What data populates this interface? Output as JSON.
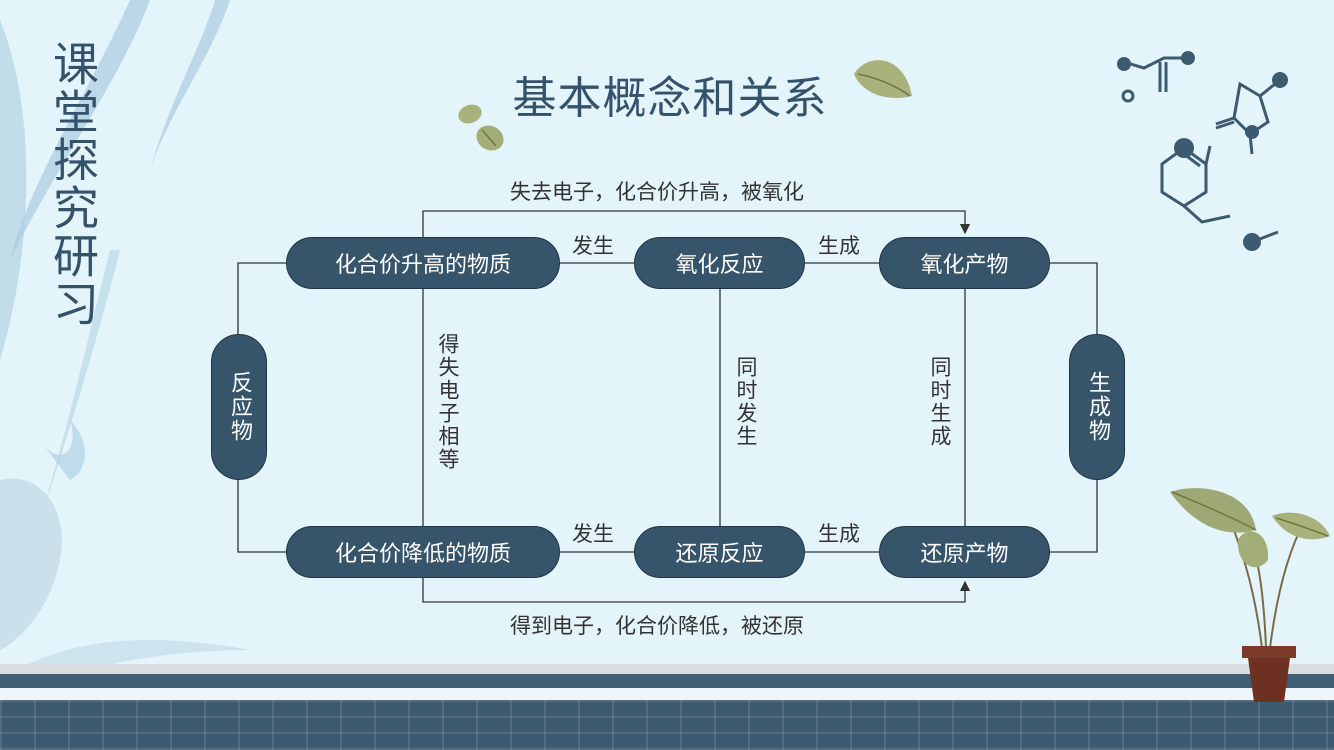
{
  "side_title": "课堂探究研习",
  "title": "基本概念和关系",
  "nodes": {
    "reactant": "反应物",
    "product": "生成物",
    "raised_substance": "化合价升高的物质",
    "lowered_substance": "化合价降低的物质",
    "oxidation_reaction": "氧化反应",
    "reduction_reaction": "还原反应",
    "oxidation_product": "氧化产物",
    "reduction_product": "还原产物"
  },
  "edge_labels": {
    "top_path": "失去电子，化合价升高，被氧化",
    "bottom_path": "得到电子，化合价降低，被还原",
    "occur_top": "发生",
    "occur_bottom": "发生",
    "generate_top": "生成",
    "generate_bottom": "生成",
    "electron_equal": "得失电子相等",
    "occur_simultaneously": "同时发生",
    "generate_simultaneously": "同时生成"
  },
  "colors": {
    "background": "#e4f4fb",
    "node_fill": "#36556b",
    "node_text": "#ffffff",
    "line": "#333333",
    "title": "#34526a"
  },
  "decor_icons": [
    "brush-stroke-decoration",
    "leaf-icon",
    "molecule-icon",
    "potted-plant-icon",
    "lattice-pattern"
  ]
}
